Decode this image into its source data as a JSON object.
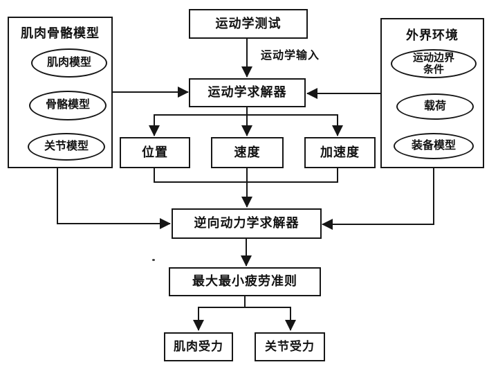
{
  "colors": {
    "background": "#ffffff",
    "ink": "#161616",
    "text": "#111111"
  },
  "diagram": {
    "type": "flowchart",
    "panels": {
      "musculoskeletal": {
        "title": "肌肉骨骼模型",
        "items": [
          "肌肉模型",
          "骨骼模型",
          "关节模型"
        ]
      },
      "environment": {
        "title": "外界环境",
        "items": [
          "运动边界条件",
          "载荷",
          "装备模型"
        ]
      }
    },
    "nodes": {
      "kinematics_test": {
        "label": "运动学测试"
      },
      "kinematics_solver": {
        "label": "运动学求解器"
      },
      "position": {
        "label": "位置"
      },
      "velocity": {
        "label": "速度"
      },
      "acceleration": {
        "label": "加速度"
      },
      "inverse_dynamics_solver": {
        "label": "逆向动力学求解器"
      },
      "fatigue_criterion": {
        "label": "最大最小疲劳准则"
      },
      "muscle_force": {
        "label": "肌肉受力"
      },
      "joint_force": {
        "label": "关节受力"
      }
    },
    "edge_labels": {
      "kinematics_input": "运动学输入"
    },
    "edges": [
      {
        "from": "kinematics-test",
        "to": "kinematics-solver",
        "label": "运动学输入"
      },
      {
        "from": "musculoskeletal-panel",
        "to": "kinematics-solver"
      },
      {
        "from": "environment-panel",
        "to": "kinematics-solver"
      },
      {
        "from": "kinematics-solver",
        "to": "position"
      },
      {
        "from": "kinematics-solver",
        "to": "velocity"
      },
      {
        "from": "kinematics-solver",
        "to": "acceleration"
      },
      {
        "from": "position",
        "to": "inverse-dynamics-solver"
      },
      {
        "from": "velocity",
        "to": "inverse-dynamics-solver"
      },
      {
        "from": "acceleration",
        "to": "inverse-dynamics-solver"
      },
      {
        "from": "musculoskeletal-panel",
        "to": "inverse-dynamics-solver"
      },
      {
        "from": "environment-panel",
        "to": "inverse-dynamics-solver"
      },
      {
        "from": "inverse-dynamics-solver",
        "to": "fatigue-criterion"
      },
      {
        "from": "fatigue-criterion",
        "to": "muscle-force"
      },
      {
        "from": "fatigue-criterion",
        "to": "joint-force"
      }
    ]
  }
}
